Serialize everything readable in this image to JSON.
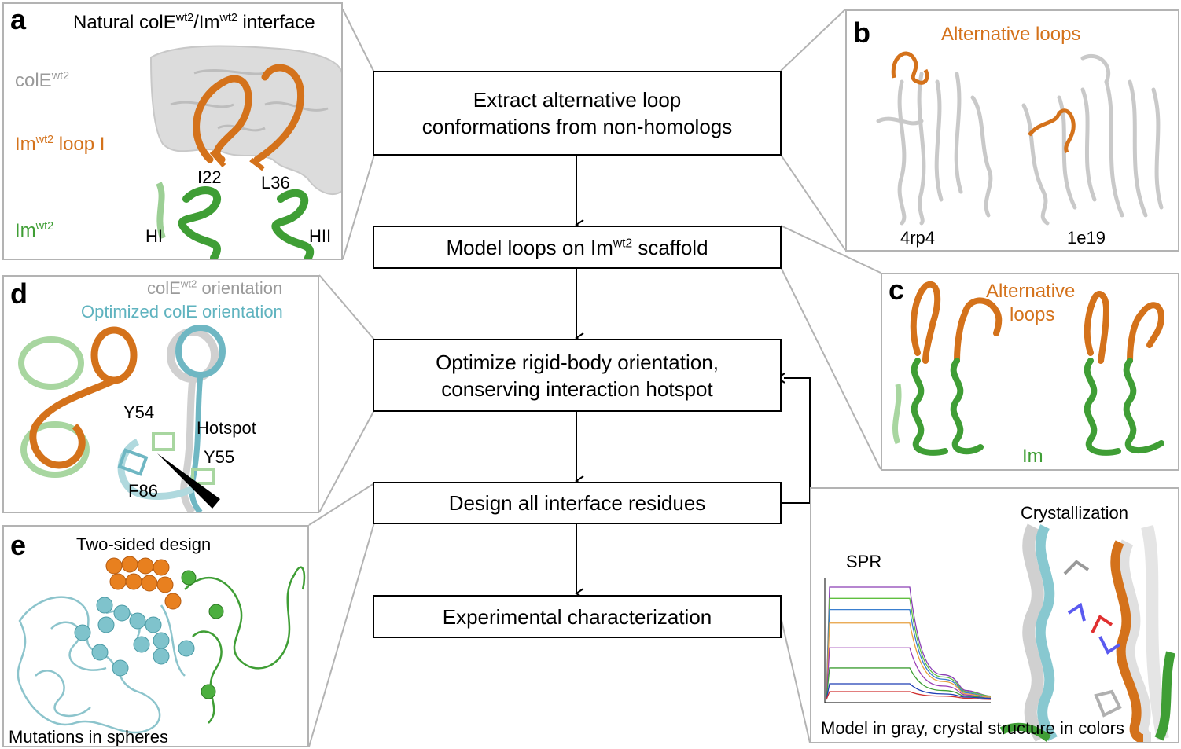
{
  "flow": {
    "step1_line1": "Extract alternative loop",
    "step1_line2": "conformations from non-homologs",
    "step2_pre": "Model loops on Im",
    "step2_sup": "wt2",
    "step2_post": " scaffold",
    "step3_line1": "Optimize rigid-body orientation,",
    "step3_line2": "conserving interaction hotspot",
    "step4": "Design all interface residues",
    "step5": "Experimental characterization"
  },
  "panel_a": {
    "letter": "a",
    "title_pre": "Natural colE",
    "title_sup1": "wt2",
    "title_mid": "/Im",
    "title_sup2": "wt2",
    "title_post": " interface",
    "cole_label": "colE",
    "cole_sup": "wt2",
    "loop_label_pre": "Im",
    "loop_label_sup": "wt2",
    "loop_label_post": " loop I",
    "im_label": "Im",
    "im_sup": "wt2",
    "res1": "I22",
    "res2": "L36",
    "helix1": "HI",
    "helix2": "HII"
  },
  "panel_b": {
    "letter": "b",
    "title": "Alternative loops",
    "pdb1": "4rp4",
    "pdb2": "1e19"
  },
  "panel_c": {
    "letter": "c",
    "title_line1": "Alternative",
    "title_line2": "loops",
    "im_label": "Im"
  },
  "panel_d": {
    "letter": "d",
    "legend1_pre": "colE",
    "legend1_sup": "wt2",
    "legend1_post": " orientation",
    "legend2": "Optimized colE orientation",
    "res_y54": "Y54",
    "res_y55": "Y55",
    "res_f86": "F86",
    "hotspot": "Hotspot"
  },
  "panel_e": {
    "letter": "e",
    "title": "Two-sided design",
    "caption": "Mutations in spheres"
  },
  "panel_f": {
    "spr_label": "SPR",
    "cryst_label": "Crystallization",
    "caption": "Model in gray, crystal structure in colors"
  },
  "colors": {
    "orange": "#d4721b",
    "green": "#3f9e35",
    "gray": "#9a9a9a",
    "teal": "#5fb3bf",
    "panel_border": "#b3b3b3"
  },
  "chart_data": {
    "type": "line",
    "title": "SPR",
    "xlabel": "",
    "ylabel": "",
    "series": [
      {
        "color": "#8a3fb5",
        "values": [
          0,
          1.0,
          1.0,
          0.22,
          0.08,
          0.03
        ]
      },
      {
        "color": "#5fbf3f",
        "values": [
          0,
          0.9,
          0.9,
          0.2,
          0.07,
          0.03
        ]
      },
      {
        "color": "#3a7fd0",
        "values": [
          0,
          0.8,
          0.8,
          0.18,
          0.06,
          0.02
        ]
      },
      {
        "color": "#e8a040",
        "values": [
          0,
          0.68,
          0.68,
          0.16,
          0.05,
          0.02
        ]
      },
      {
        "color": "#9b3fb5",
        "values": [
          0,
          0.46,
          0.46,
          0.12,
          0.04,
          0.01
        ]
      },
      {
        "color": "#3f9e35",
        "values": [
          0,
          0.28,
          0.28,
          0.08,
          0.03,
          0.01
        ]
      },
      {
        "color": "#1f3fb5",
        "values": [
          0,
          0.14,
          0.14,
          0.05,
          0.02,
          0.01
        ]
      },
      {
        "color": "#d03030",
        "values": [
          0,
          0.07,
          0.07,
          0.03,
          0.01,
          0.0
        ]
      }
    ]
  }
}
